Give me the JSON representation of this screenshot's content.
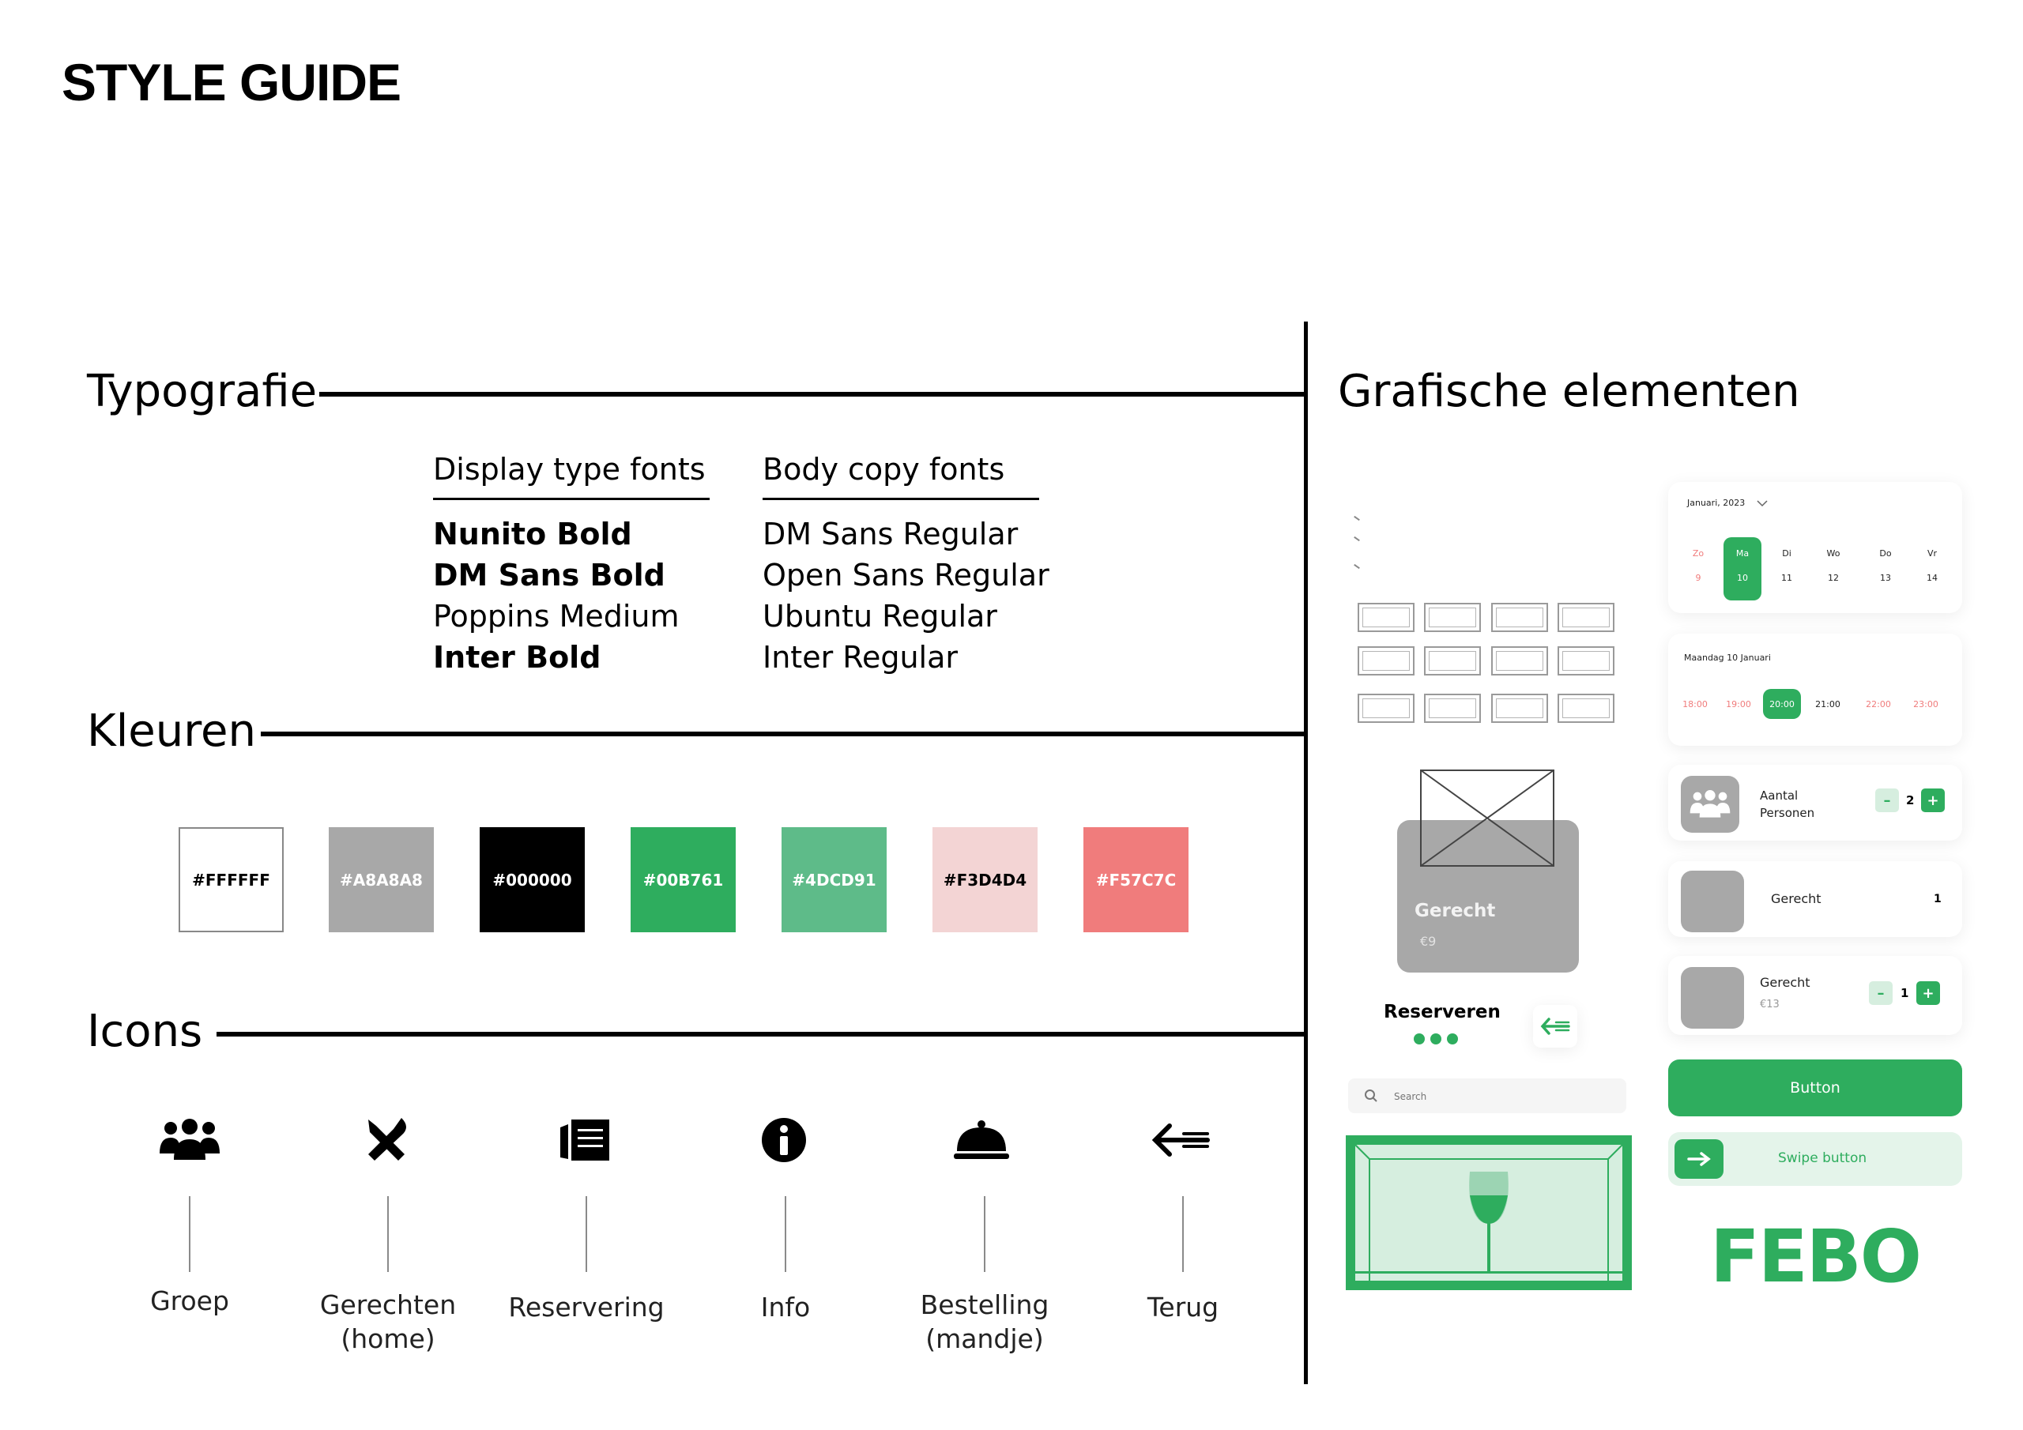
{
  "title": "STYLE GUIDE",
  "typografie": {
    "heading": "Typografie",
    "display": {
      "heading": "Display type fonts",
      "items": [
        "Nunito Bold",
        "DM Sans Bold",
        "Poppins Medium",
        "Inter Bold"
      ]
    },
    "body": {
      "heading": "Body copy fonts",
      "items": [
        "DM Sans Regular",
        "Open Sans Regular",
        "Ubuntu Regular",
        "Inter Regular"
      ]
    }
  },
  "kleuren": {
    "heading": "Kleuren",
    "swatches": [
      {
        "label": "#FFFFFF",
        "color": "#FFFFFF",
        "text": "#000000"
      },
      {
        "label": "#A8A8A8",
        "color": "#A8A8A8",
        "text": "#FFFFFF"
      },
      {
        "label": "#000000",
        "color": "#000000",
        "text": "#FFFFFF"
      },
      {
        "label": "#00B761",
        "color": "#2EAD5E",
        "text": "#FFFFFF"
      },
      {
        "label": "#4DCD91",
        "color": "#5EBB89",
        "text": "#FFFFFF"
      },
      {
        "label": "#F3D4D4",
        "color": "#F3D4D4",
        "text": "#000000"
      },
      {
        "label": "#F57C7C",
        "color": "#F07C7C",
        "text": "#FFFFFF"
      }
    ]
  },
  "icons": {
    "heading": "Icons",
    "items": [
      {
        "icon": "group-icon",
        "label1": "Groep",
        "label2": ""
      },
      {
        "icon": "utensils-icon",
        "label1": "Gerechten",
        "label2": "(home)"
      },
      {
        "icon": "menu-icon",
        "label1": "Reservering",
        "label2": ""
      },
      {
        "icon": "info-icon",
        "label1": "Info",
        "label2": ""
      },
      {
        "icon": "cloche-icon",
        "label1": "Bestelling",
        "label2": "(mandje)"
      },
      {
        "icon": "back-arrow-icon",
        "label1": "Terug",
        "label2": ""
      }
    ]
  },
  "grafische": {
    "heading": "Grafische elementen",
    "product_card": {
      "name": "Gerecht",
      "price": "€9"
    },
    "reserveren": {
      "label": "Reserveren"
    },
    "search": {
      "placeholder": "Search"
    },
    "calendar": {
      "month": "Januari, 2023",
      "days": [
        {
          "name": "Zo",
          "num": "9",
          "state": "red"
        },
        {
          "name": "Ma",
          "num": "10",
          "state": "active"
        },
        {
          "name": "Di",
          "num": "11",
          "state": "normal"
        },
        {
          "name": "Wo",
          "num": "12",
          "state": "normal"
        },
        {
          "name": "Do",
          "num": "13",
          "state": "normal"
        },
        {
          "name": "Vr",
          "num": "14",
          "state": "normal"
        }
      ]
    },
    "times": {
      "date": "Maandag 10 Januari",
      "slots": [
        {
          "t": "18:00",
          "state": "red"
        },
        {
          "t": "19:00",
          "state": "red"
        },
        {
          "t": "20:00",
          "state": "active"
        },
        {
          "t": "21:00",
          "state": "normal"
        },
        {
          "t": "22:00",
          "state": "red"
        },
        {
          "t": "23:00",
          "state": "red"
        }
      ]
    },
    "aantal": {
      "line1": "Aantal",
      "line2": "Personen",
      "count": "2",
      "minus": "–",
      "plus": "+"
    },
    "gerecht_row1": {
      "name": "Gerecht",
      "qty": "1"
    },
    "gerecht_row2": {
      "name": "Gerecht",
      "price": "€13",
      "count": "1",
      "minus": "–",
      "plus": "+"
    },
    "button": {
      "label": "Button"
    },
    "swipe": {
      "label": "Swipe button"
    },
    "logo": "FEBO"
  },
  "colors": {
    "green": "#2EAD5E",
    "light_green": "#E4F4EA",
    "red": "#F07C7C",
    "gray": "#A8A8A8"
  }
}
